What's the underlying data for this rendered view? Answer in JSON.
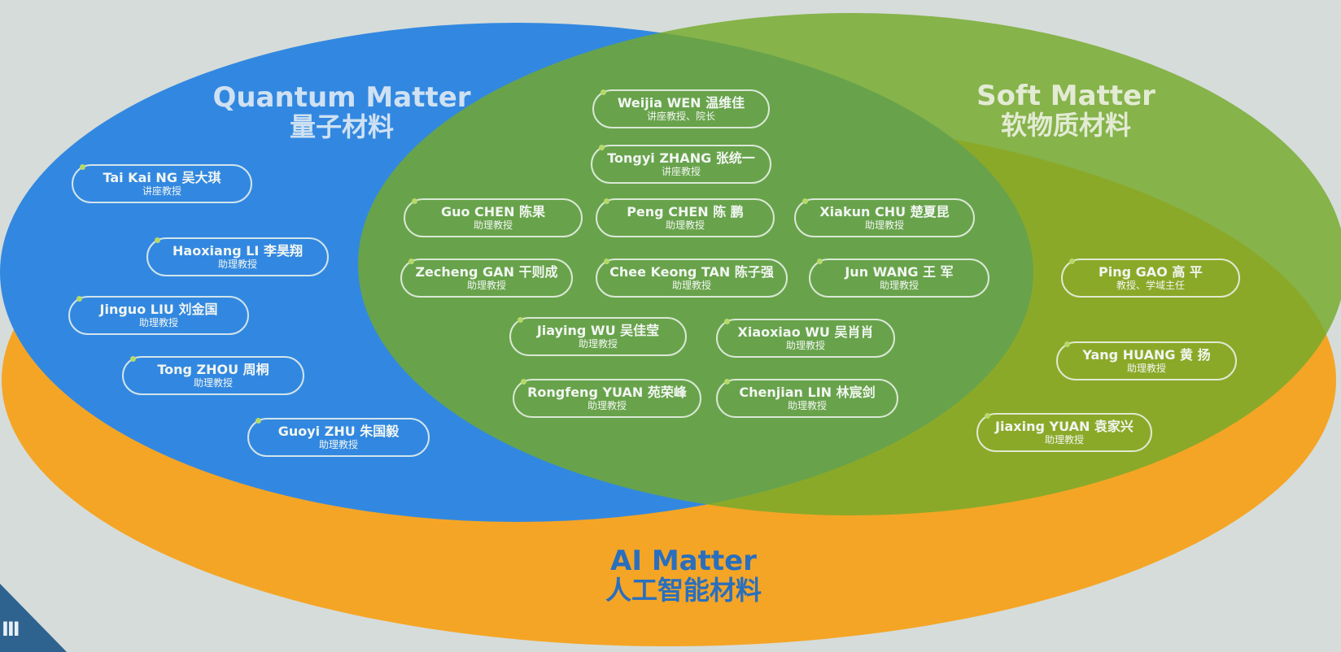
{
  "regions": {
    "quantum": {
      "en": "Quantum Matter",
      "zh": "量子材料"
    },
    "soft": {
      "en": "Soft Matter",
      "zh": "软物质材料"
    },
    "ai": {
      "en": "AI Matter",
      "zh": "人工智能材料"
    }
  },
  "people": [
    {
      "name": "Weijia WEN 温维佳",
      "role": "讲座教授、院长"
    },
    {
      "name": "Tongyi ZHANG 张统一",
      "role": "讲座教授"
    },
    {
      "name": "Tai Kai NG 吴大琪",
      "role": "讲座教授"
    },
    {
      "name": "Haoxiang LI 李昊翔",
      "role": "助理教授"
    },
    {
      "name": "Jinguo LIU 刘金国",
      "role": "助理教授"
    },
    {
      "name": "Tong ZHOU 周桐",
      "role": "助理教授"
    },
    {
      "name": "Guoyi ZHU 朱国毅",
      "role": "助理教授"
    },
    {
      "name": "Guo CHEN  陈果",
      "role": "助理教授"
    },
    {
      "name": "Peng CHEN 陈 鹏",
      "role": "助理教授"
    },
    {
      "name": "Xiakun CHU 楚夏昆",
      "role": "助理教授"
    },
    {
      "name": "Zecheng GAN 干则成",
      "role": "助理教授"
    },
    {
      "name": "Chee Keong TAN 陈子强",
      "role": "助理教授"
    },
    {
      "name": "Jun WANG 王 军",
      "role": "助理教授"
    },
    {
      "name": "Jiaying WU 吴佳莹",
      "role": "助理教授"
    },
    {
      "name": "Xiaoxiao WU 吴肖肖",
      "role": "助理教授"
    },
    {
      "name": "Rongfeng YUAN 苑荣峰",
      "role": "助理教授"
    },
    {
      "name": "Chenjian LIN 林宸剑",
      "role": "助理教授"
    },
    {
      "name": "Ping GAO 高 平",
      "role": "教授、学域主任"
    },
    {
      "name": "Yang HUANG 黄 扬",
      "role": "助理教授"
    },
    {
      "name": "Jiaxing YUAN 袁家兴",
      "role": "助理教授"
    }
  ],
  "colors": {
    "quantum": "#3288e0",
    "soft": "#74aa2a",
    "ai": "#f4a526",
    "background": "#d6dcda"
  },
  "icons": {
    "logo": "university-logo-icon",
    "bullet": "dot-icon"
  }
}
